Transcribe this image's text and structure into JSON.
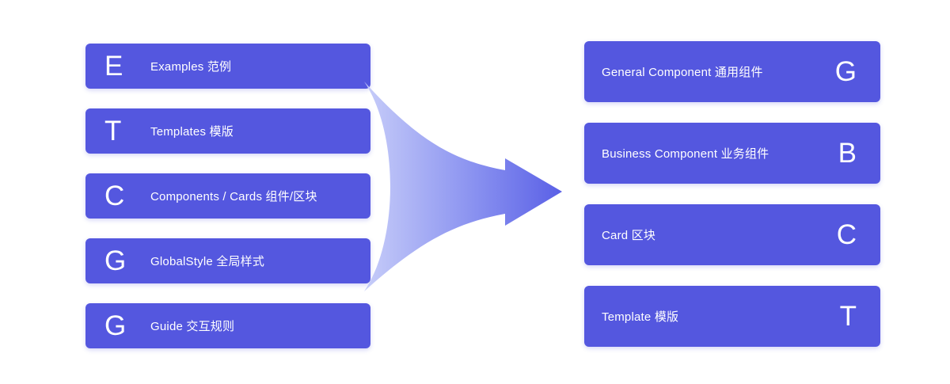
{
  "diagram": {
    "left_column": {
      "items": [
        {
          "letter": "E",
          "label": "Examples 范例"
        },
        {
          "letter": "T",
          "label": "Templates 模版"
        },
        {
          "letter": "C",
          "label": "Components / Cards 组件/区块"
        },
        {
          "letter": "G",
          "label": "GlobalStyle 全局样式"
        },
        {
          "letter": "G",
          "label": "Guide 交互规则"
        }
      ]
    },
    "right_column": {
      "items": [
        {
          "letter": "G",
          "label": "General Component 通用组件"
        },
        {
          "letter": "B",
          "label": "Business Component 业务组件"
        },
        {
          "letter": "C",
          "label": "Card 区块"
        },
        {
          "letter": "T",
          "label": "Template 模版"
        }
      ]
    },
    "arrow": {
      "icon": "merge-right-arrow-icon",
      "direction": "right"
    },
    "colors": {
      "card_bg": "#5457df",
      "text": "#ffffff",
      "arrow_gradient_from": "#c7cdf9",
      "arrow_gradient_mid": "#8a92f0",
      "arrow_gradient_to": "#5a60e6"
    }
  }
}
